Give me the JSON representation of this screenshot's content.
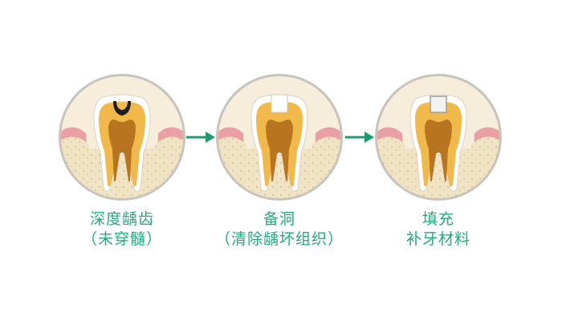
{
  "steps": [
    {
      "title": "深度龋齿",
      "subtitle": "（未穿髓）"
    },
    {
      "title": "备洞",
      "subtitle": "（清除龋坏组织）"
    },
    {
      "title": "填充",
      "subtitle": "补牙材料"
    }
  ],
  "colors": {
    "caption": "#26a87c",
    "arrow": "#1f9a6e",
    "ring": "#c8c3bb",
    "background_circle": "#f6eedb",
    "gum": "#e9a0a4",
    "bone": "#f1e4c4",
    "enamel": "#ffffff",
    "dentin": "#f0b94a",
    "pulp": "#b8741f",
    "cavity": "#1e1e1e",
    "filling": "#f2f2f2"
  },
  "icons": [
    "arrow-right-icon"
  ]
}
